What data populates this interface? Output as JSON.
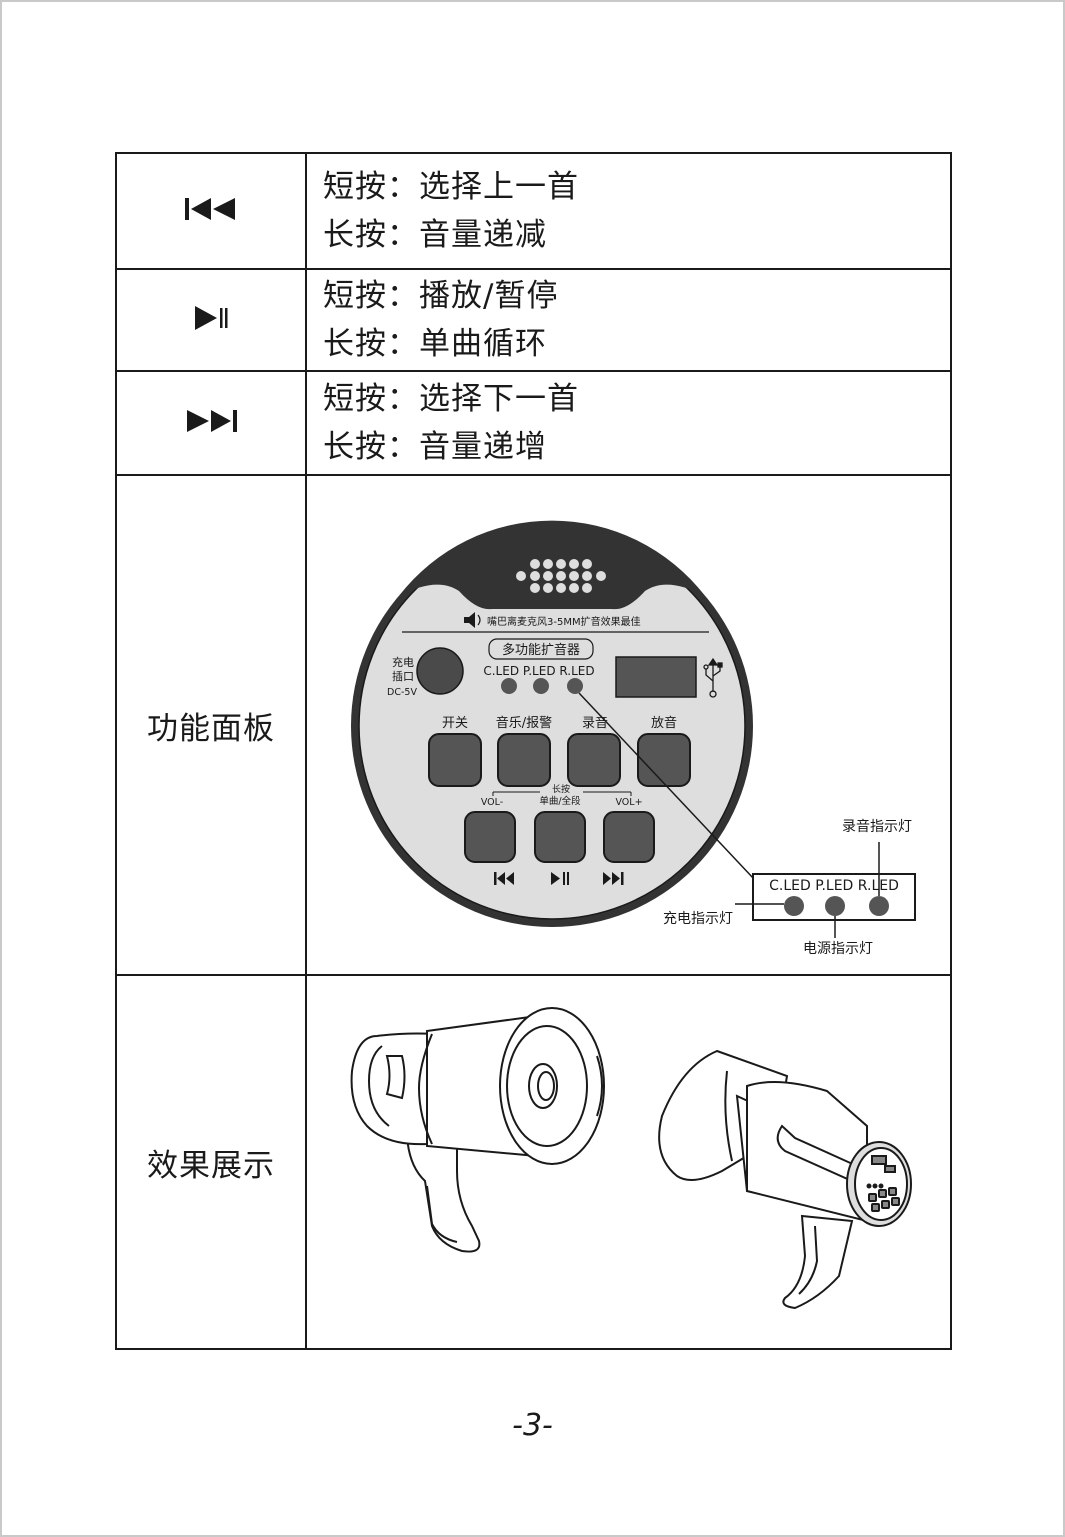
{
  "rows": [
    {
      "icon": "prev-track-icon",
      "short_label": "短按：",
      "short_text": "选择上一首",
      "long_label": "长按：",
      "long_text": "音量递减"
    },
    {
      "icon": "play-pause-icon",
      "short_label": "短按：",
      "short_text": "播放/暂停",
      "long_label": "长按：",
      "long_text": "单曲循环"
    },
    {
      "icon": "next-track-icon",
      "short_label": "短按：",
      "short_text": "选择下一首",
      "long_label": "长按：",
      "long_text": "音量递增"
    }
  ],
  "panel": {
    "label": "功能面板",
    "mic_text": "嘴巴离麦克风3-5MM扩音效果最佳",
    "device_title": "多功能扩音器",
    "charge_port_line1": "充电",
    "charge_port_line2": "插口",
    "charge_port_line3": "DC-5V",
    "led_labels": "C.LED P.LED R.LED",
    "buttons": [
      "开关",
      "音乐/报警",
      "录音",
      "放音"
    ],
    "long_press": "长按",
    "single_all": "单曲/全段",
    "vol_minus": "VOL-",
    "vol_plus": "VOL+",
    "callout_led_labels": "C.LED P.LED R.LED",
    "record_indicator": "录音指示灯",
    "charge_indicator": "充电指示灯",
    "power_indicator": "电源指示灯"
  },
  "effect": {
    "label": "效果展示"
  },
  "page_number": "-3-"
}
